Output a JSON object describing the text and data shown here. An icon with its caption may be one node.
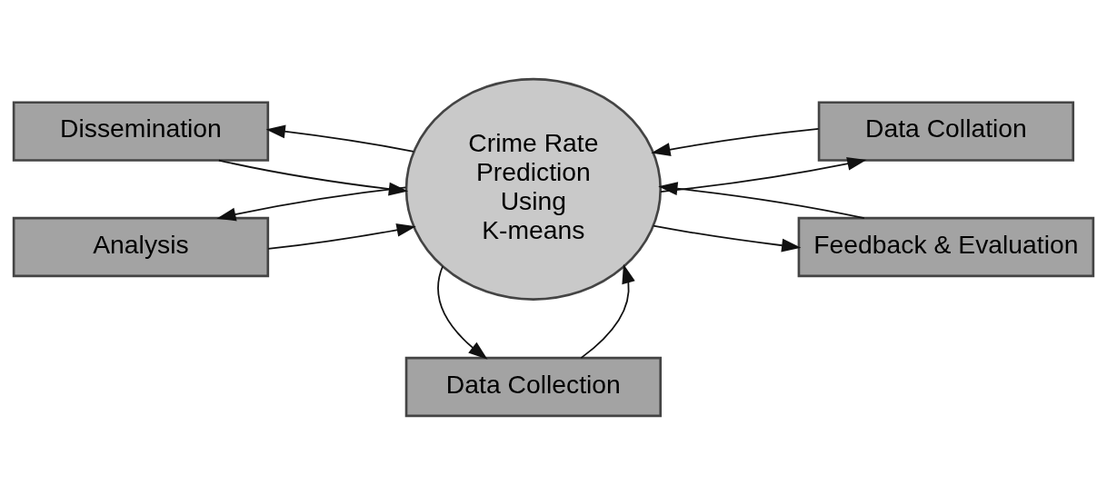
{
  "diagram": {
    "nodes": [
      {
        "text": [
          "Crime Rate Prediction Using K-means"
        ]
      },
      {
        "text": [
          "Data Collection"
        ]
      },
      {
        "text": [
          "Dissemination"
        ]
      },
      {
        "text": [
          "Data Collation"
        ]
      },
      {
        "text": [
          "Analysis"
        ]
      },
      {
        "text": [
          "Feedback & Evaluation"
        ]
      }
    ],
    "edges": [
      {
        "from": 1,
        "to": 0,
        "arrow": "to"
      },
      {
        "from": 0,
        "to": 1,
        "arrow": "to"
      },
      {
        "from": 2,
        "to": 0,
        "arrow": "to"
      },
      {
        "from": 0,
        "to": 2,
        "arrow": "to"
      },
      {
        "from": 3,
        "to": 0,
        "arrow": "to"
      },
      {
        "from": 0,
        "to": 3,
        "arrow": "to"
      },
      {
        "from": 4,
        "to": 0,
        "arrow": "to"
      },
      {
        "from": 0,
        "to": 4,
        "arrow": "to"
      },
      {
        "from": 5,
        "to": 0,
        "arrow": "to"
      },
      {
        "from": 0,
        "to": 5,
        "arrow": "to"
      }
    ]
  }
}
